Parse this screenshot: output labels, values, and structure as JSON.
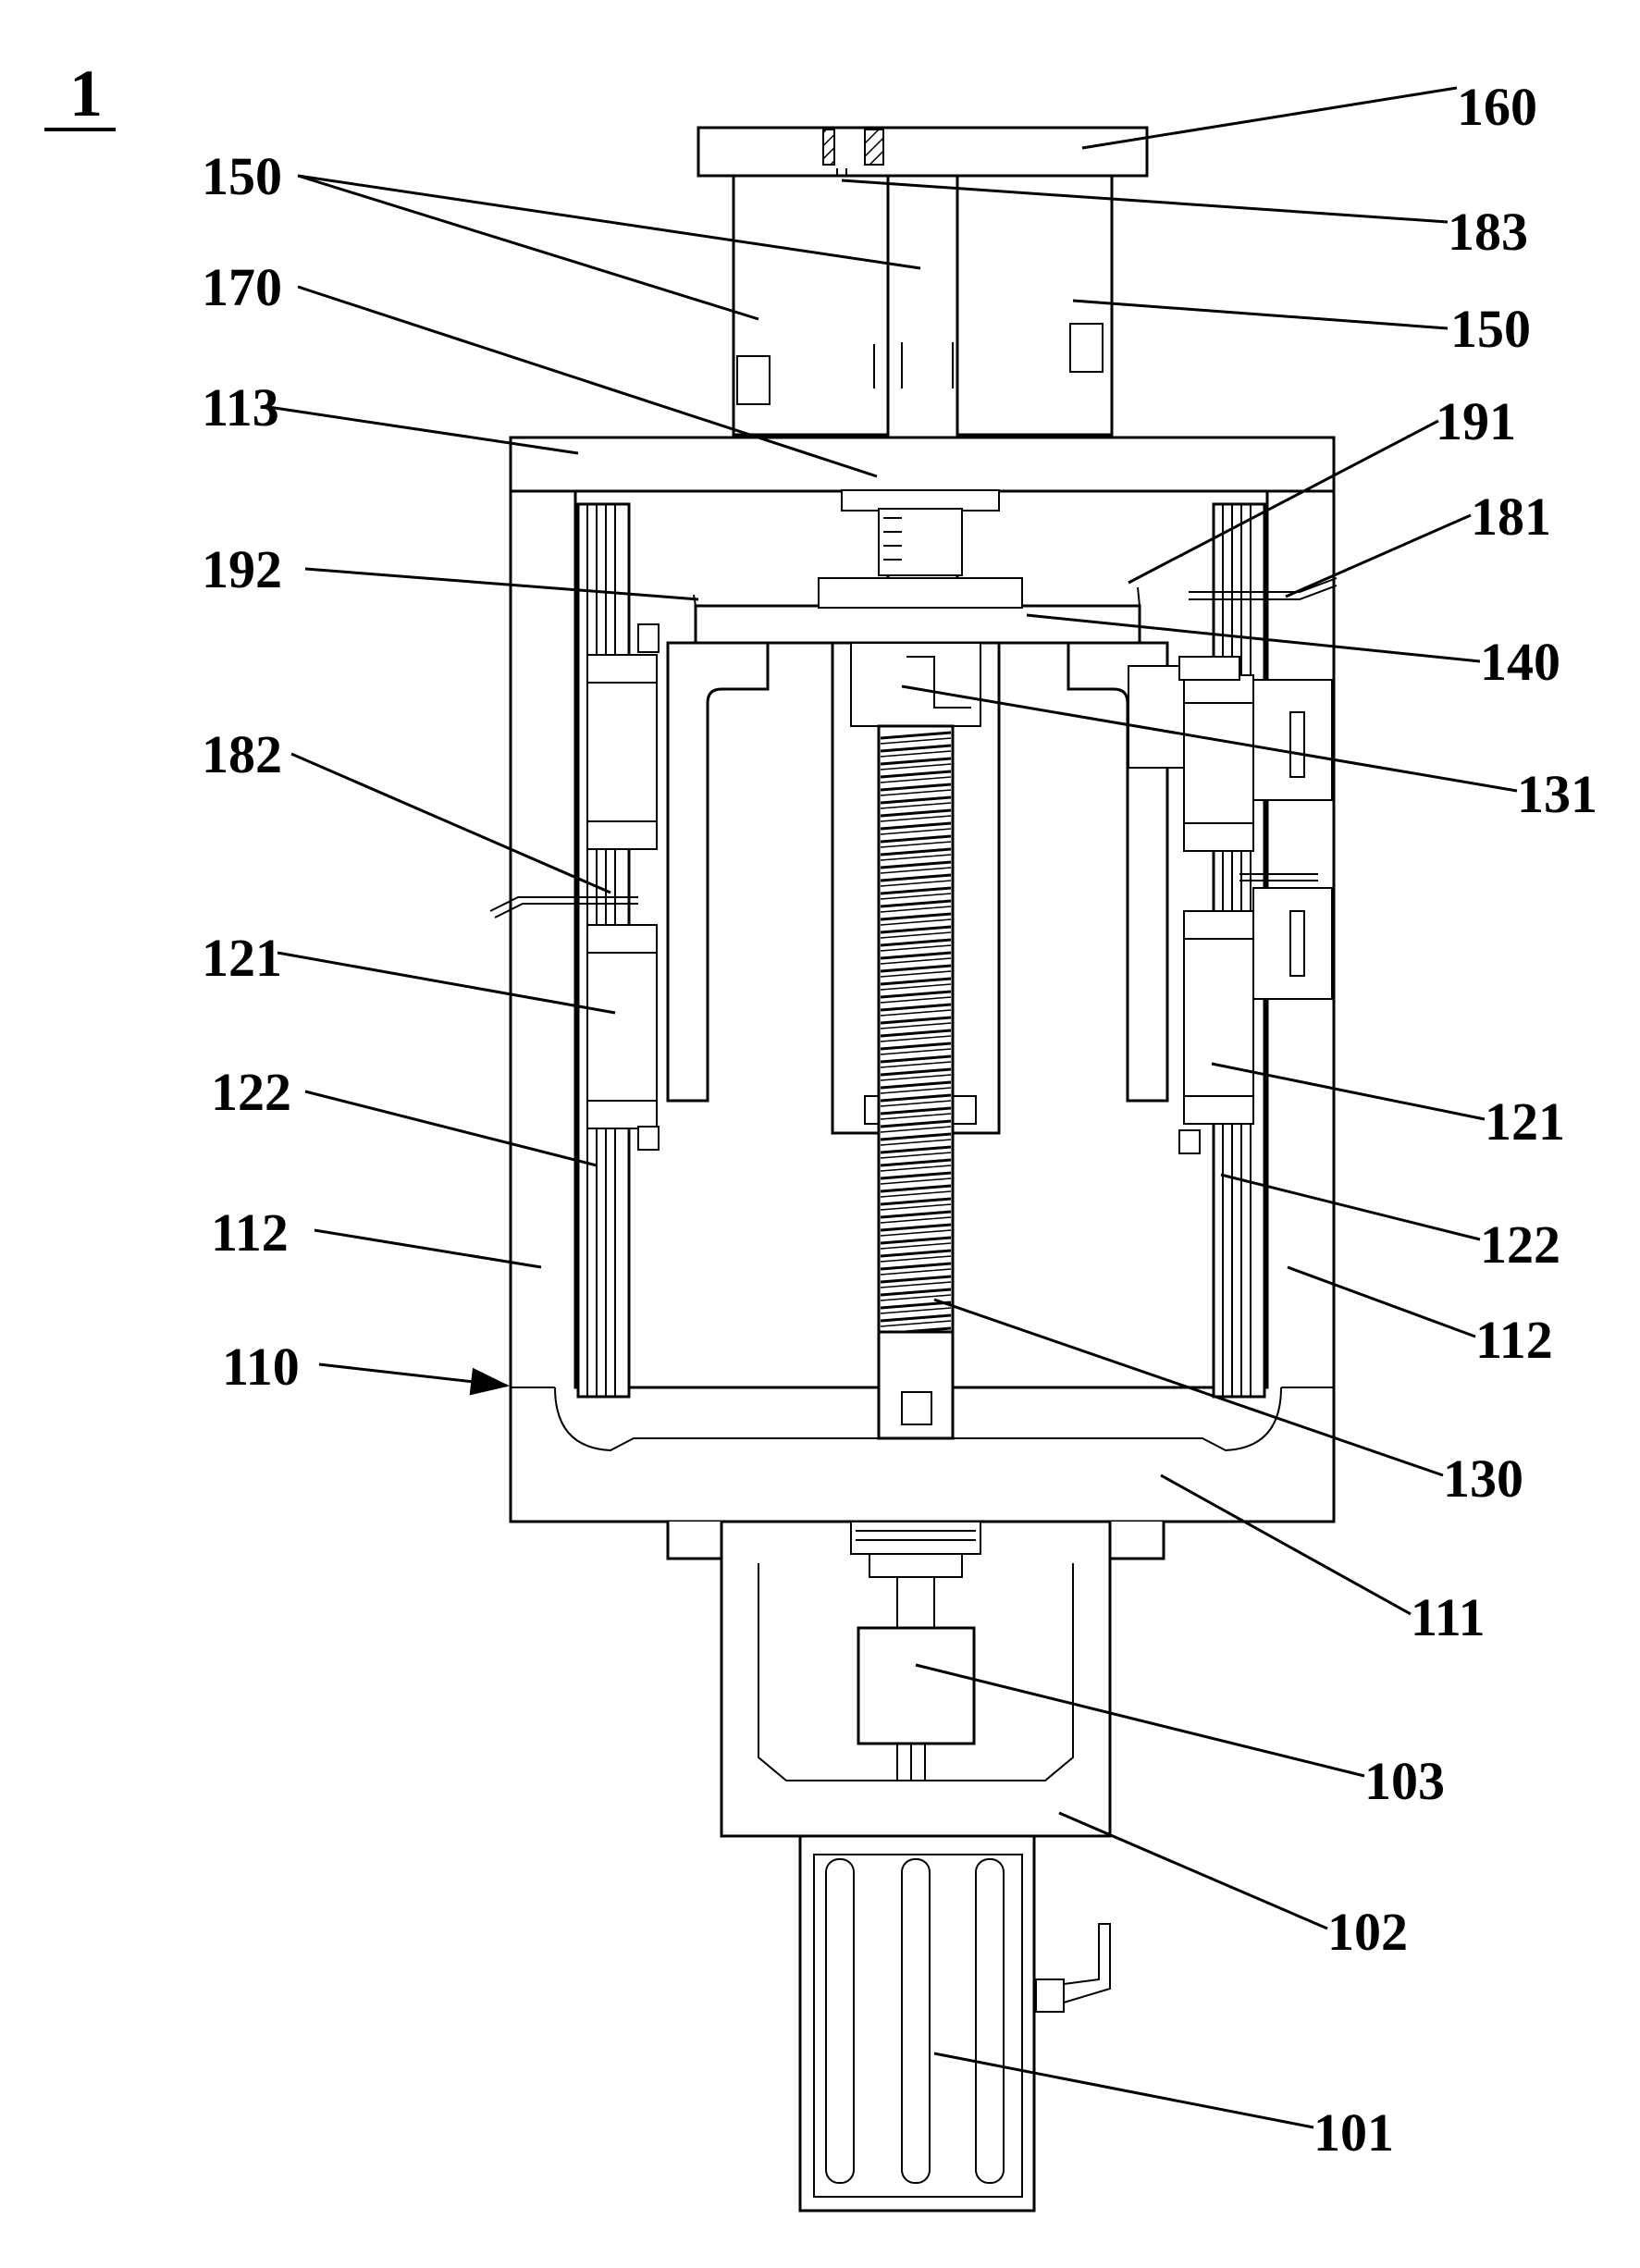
{
  "figure": {
    "number": "1"
  },
  "labels": {
    "l160": "160",
    "l150a": "150",
    "l183": "183",
    "l150b": "150",
    "l170": "170",
    "l113": "113",
    "l191": "191",
    "l181": "181",
    "l192": "192",
    "l140": "140",
    "l182": "182",
    "l131": "131",
    "l121a": "121",
    "l121b": "121",
    "l122a": "122",
    "l122b": "122",
    "l112a": "112",
    "l112b": "112",
    "l110": "110",
    "l130": "130",
    "l111": "111",
    "l103": "103",
    "l102": "102",
    "l101": "101"
  },
  "colors": {
    "line": "#000000",
    "background": "#ffffff"
  }
}
